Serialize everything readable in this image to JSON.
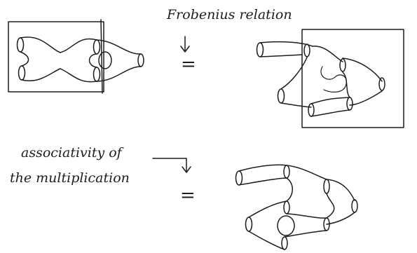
{
  "annotations": {
    "frobenius": "Frobenius relation",
    "assoc_line1": "associativity of",
    "assoc_line2": "the multiplication",
    "equals_top": "=",
    "equals_bottom": "="
  }
}
